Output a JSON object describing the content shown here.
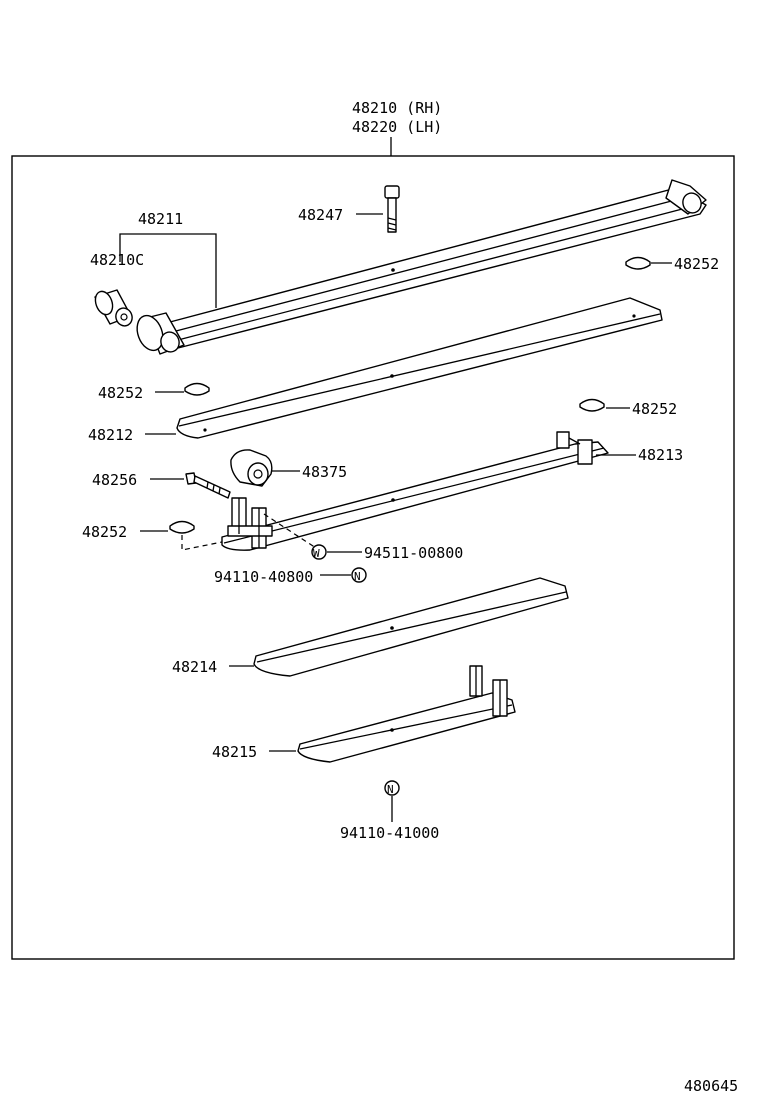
{
  "assembly": {
    "rh": "48210 (RH)",
    "lh": "48220 (LH)"
  },
  "labels": {
    "p48211": "48211",
    "p48210c": "48210C",
    "p48247": "48247",
    "p48252_a": "48252",
    "p48252_b": "48252",
    "p48252_c": "48252",
    "p48252_d": "48252",
    "p48212": "48212",
    "p48213": "48213",
    "p48256": "48256",
    "p48375": "48375",
    "p94511": "94511-00800",
    "p94110_40800": "94110-40800",
    "p48214": "48214",
    "p48215": "48215",
    "p94110_41000": "94110-41000"
  },
  "markers": {
    "washer": "W",
    "nut_a": "N",
    "nut_b": "N"
  },
  "diagram_id": "480645"
}
